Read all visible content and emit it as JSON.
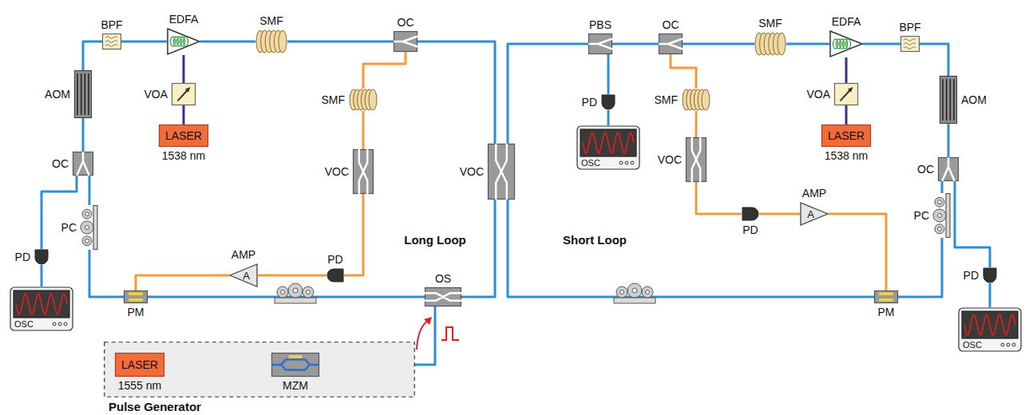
{
  "diagram": {
    "nodes": [
      {
        "text": [
          "BPF"
        ]
      },
      {
        "text": [
          "EDFA"
        ]
      },
      {
        "text": [
          "SMF"
        ]
      },
      {
        "text": [
          "OC"
        ]
      },
      {
        "text": [
          "AOM"
        ]
      },
      {
        "text": [
          "VOA"
        ]
      },
      {
        "text": [
          "LASER",
          "1538 nm"
        ]
      },
      {
        "text": [
          "OC"
        ]
      },
      {
        "text": [
          "PC"
        ]
      },
      {
        "text": [
          "PD"
        ]
      },
      {
        "text": [
          "OSC"
        ]
      },
      {
        "text": [
          "PM"
        ]
      },
      {
        "text": [
          "AMP",
          "A"
        ]
      },
      {
        "text": [
          "PD"
        ]
      },
      {
        "text": [
          "SMF"
        ]
      },
      {
        "text": [
          "VOC"
        ]
      },
      {
        "text": [
          "OS"
        ]
      },
      {
        "text": [
          "VOC"
        ]
      },
      {
        "text": [
          "Pulse Generator"
        ]
      },
      {
        "text": [
          "LASER",
          "1555 nm"
        ],
        "in": 18
      },
      {
        "text": [
          "MZM"
        ],
        "in": 18
      },
      {
        "text": [
          "PBS"
        ]
      },
      {
        "text": [
          "PD"
        ]
      },
      {
        "text": [
          "OSC"
        ]
      },
      {
        "text": [
          "OC"
        ]
      },
      {
        "text": [
          "SMF"
        ]
      },
      {
        "text": [
          "EDFA"
        ]
      },
      {
        "text": [
          "BPF"
        ]
      },
      {
        "text": [
          "AOM"
        ]
      },
      {
        "text": [
          "SMF"
        ]
      },
      {
        "text": [
          "VOC"
        ]
      },
      {
        "text": [
          "VOA"
        ]
      },
      {
        "text": [
          "LASER",
          "1538 nm"
        ]
      },
      {
        "text": [
          "OC"
        ]
      },
      {
        "text": [
          "PC"
        ]
      },
      {
        "text": [
          "PD"
        ]
      },
      {
        "text": [
          "OSC"
        ]
      },
      {
        "text": [
          "PD"
        ]
      },
      {
        "text": [
          "AMP",
          "A"
        ]
      },
      {
        "text": [
          "PM"
        ]
      }
    ],
    "edges": [
      {
        "from": 4,
        "to": 0,
        "arrow": "none"
      },
      {
        "from": 0,
        "to": 1,
        "arrow": "none"
      },
      {
        "from": 1,
        "to": 2,
        "arrow": "none"
      },
      {
        "from": 2,
        "to": 3,
        "arrow": "none"
      },
      {
        "from": 6,
        "to": 5,
        "arrow": "none"
      },
      {
        "from": 5,
        "to": 1,
        "arrow": "none"
      },
      {
        "from": 3,
        "to": 17,
        "arrow": "none"
      },
      {
        "from": 3,
        "to": 14,
        "arrow": "none"
      },
      {
        "from": 14,
        "to": 15,
        "arrow": "none"
      },
      {
        "from": 15,
        "to": 13,
        "arrow": "none"
      },
      {
        "from": 13,
        "to": 12,
        "arrow": "none"
      },
      {
        "from": 12,
        "to": 11,
        "arrow": "none"
      },
      {
        "from": 17,
        "to": 16,
        "arrow": "none"
      },
      {
        "from": 16,
        "to": 11,
        "arrow": "none"
      },
      {
        "from": 11,
        "to": 8,
        "arrow": "none"
      },
      {
        "from": 8,
        "to": 7,
        "arrow": "none"
      },
      {
        "from": 7,
        "to": 4,
        "arrow": "none"
      },
      {
        "from": 7,
        "to": 9,
        "arrow": "none"
      },
      {
        "from": 9,
        "to": 10,
        "arrow": "none"
      },
      {
        "from": 19,
        "to": 20,
        "arrow": "none"
      },
      {
        "from": 20,
        "to": 16,
        "arrow": "none"
      },
      {
        "from": 17,
        "to": 21,
        "arrow": "none"
      },
      {
        "from": 21,
        "to": 24,
        "arrow": "none"
      },
      {
        "from": 21,
        "to": 22,
        "arrow": "none"
      },
      {
        "from": 22,
        "to": 23,
        "arrow": "none"
      },
      {
        "from": 24,
        "to": 25,
        "arrow": "none"
      },
      {
        "from": 25,
        "to": 26,
        "arrow": "none"
      },
      {
        "from": 26,
        "to": 27,
        "arrow": "none"
      },
      {
        "from": 27,
        "to": 28,
        "arrow": "none"
      },
      {
        "from": 28,
        "to": 33,
        "arrow": "none"
      },
      {
        "from": 33,
        "to": 34,
        "arrow": "none"
      },
      {
        "from": 34,
        "to": 39,
        "arrow": "none"
      },
      {
        "from": 33,
        "to": 35,
        "arrow": "none"
      },
      {
        "from": 35,
        "to": 36,
        "arrow": "none"
      },
      {
        "from": 24,
        "to": 29,
        "arrow": "none"
      },
      {
        "from": 29,
        "to": 30,
        "arrow": "none"
      },
      {
        "from": 30,
        "to": 37,
        "arrow": "none"
      },
      {
        "from": 37,
        "to": 38,
        "arrow": "none"
      },
      {
        "from": 38,
        "to": 39,
        "arrow": "none"
      },
      {
        "from": 32,
        "to": 31,
        "arrow": "none"
      },
      {
        "from": 31,
        "to": 26,
        "arrow": "none"
      },
      {
        "from": 17,
        "to": 39,
        "arrow": "none"
      }
    ],
    "labels": [
      "Long Loop",
      "Short Loop"
    ]
  }
}
